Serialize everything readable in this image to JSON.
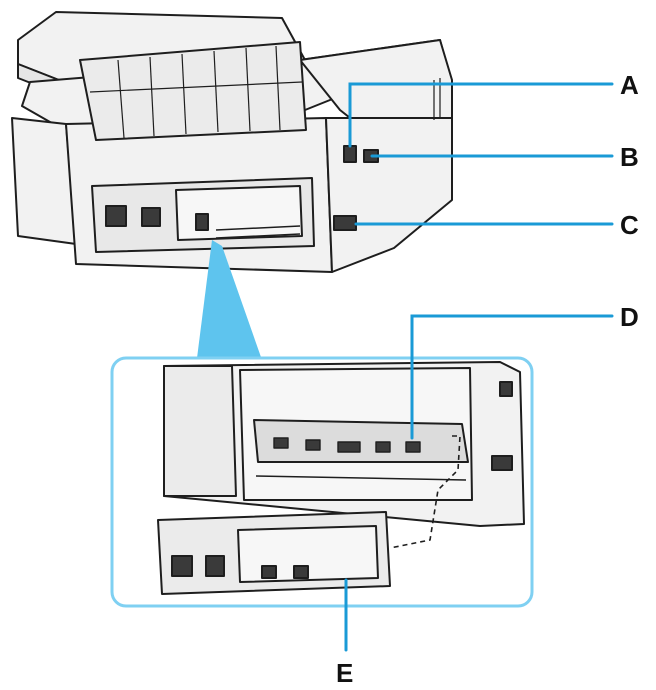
{
  "colors": {
    "leader_line": "#1a9ad6",
    "zoom_highlight": "#5ec4ee",
    "zoom_border": "#7fd0f2",
    "outline": "#1e1e1e",
    "printer_fill": "#f2f2f2",
    "dark_part": "#3a3a3a"
  },
  "callouts": {
    "a": "A",
    "b": "B",
    "c": "C",
    "d": "D",
    "e": "E"
  }
}
